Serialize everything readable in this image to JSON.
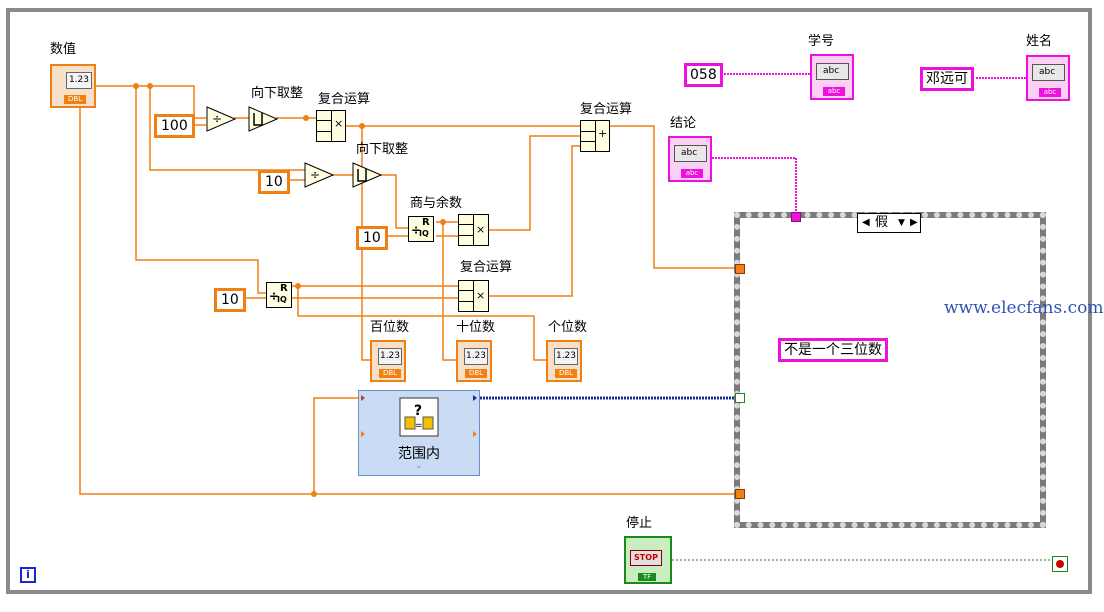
{
  "labels": {
    "numeric_control": "数值",
    "floor1": "向下取整",
    "compound1": "复合运算",
    "floor2": "向下取整",
    "compound_sum": "复合运算",
    "quot_rem": "商与余数",
    "compound2": "复合运算",
    "hundreds": "百位数",
    "tens": "十位数",
    "ones": "个位数",
    "student_id": "学号",
    "name": "姓名",
    "conclusion": "结论",
    "stop": "停止",
    "in_range": "范围内"
  },
  "constants": {
    "c100": "100",
    "c10a": "10",
    "c10b": "10",
    "c10c": "10",
    "student_id_value": "058",
    "name_value": "邓远可",
    "case_string": "不是一个三位数"
  },
  "case_selector": "假",
  "terminal_text": {
    "num": "1.23",
    "dbl": "DBL",
    "abc": "abc",
    "stop": "STOP",
    "tf": "TF",
    "multiply": "×",
    "add": "+",
    "info": "i",
    "qr_r": "R",
    "qr_iq": "IQ",
    "divide": "÷"
  },
  "watermark": "www.elecfans.com",
  "colors": {
    "numeric_wire": "#f07f14",
    "string_wire": "#ee10dc",
    "boolean_wire": "#1b8a1b",
    "cluster_wire": "#1a2a9a",
    "background": "#ffffff"
  }
}
